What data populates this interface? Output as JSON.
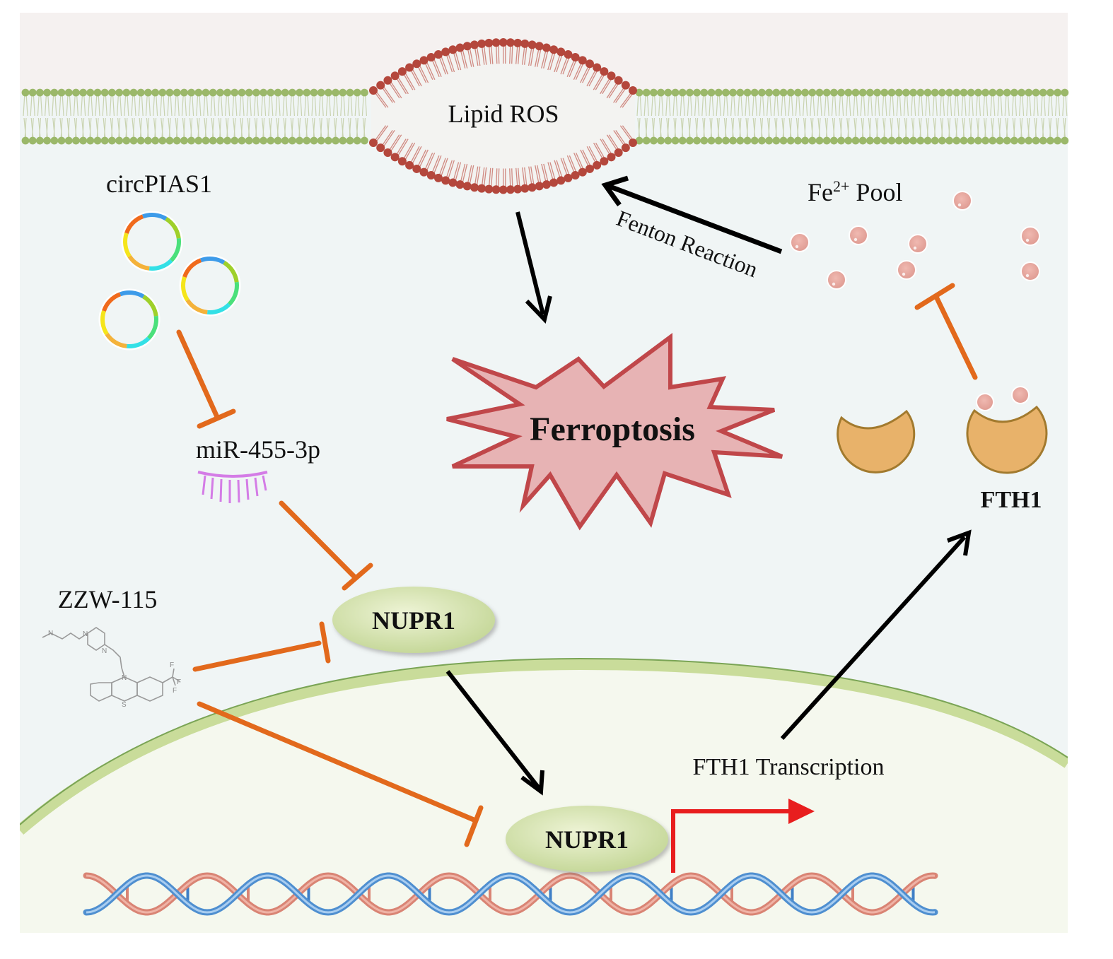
{
  "figure": {
    "title": "circPIAS1 / miR-455-3p / NUPR1 / FTH1 ferroptosis pathway",
    "labels": {
      "lipid_ros": "Lipid ROS",
      "circ": "circPIAS1",
      "mirna": "miR-455-3p",
      "drug": "ZZW-115",
      "ferroptosis": "Ferroptosis",
      "nupr1_cytoplasm": "NUPR1",
      "nupr1_nucleus": "NUPR1",
      "fe_pool_base": "Fe",
      "fe_pool_sup": "2+",
      "fe_pool_suffix": " Pool",
      "fenton": "Fenton Reaction",
      "fth1": "FTH1",
      "fth1_transcription": "FTH1 Transcription"
    },
    "edges": [
      {
        "from": "circPIAS1",
        "to": "miR-455-3p",
        "type": "inhibit"
      },
      {
        "from": "miR-455-3p",
        "to": "NUPR1",
        "type": "inhibit"
      },
      {
        "from": "ZZW-115",
        "to": "NUPR1 (cytoplasm)",
        "type": "inhibit"
      },
      {
        "from": "ZZW-115",
        "to": "NUPR1 (nucleus)",
        "type": "inhibit"
      },
      {
        "from": "NUPR1 (cytoplasm)",
        "to": "NUPR1 (nucleus)",
        "type": "activate"
      },
      {
        "from": "NUPR1 (nucleus)",
        "to": "FTH1 Transcription",
        "type": "transcription"
      },
      {
        "from": "FTH1 Transcription",
        "to": "FTH1",
        "type": "activate"
      },
      {
        "from": "FTH1",
        "to": "Fe2+ Pool",
        "type": "inhibit"
      },
      {
        "from": "Fe2+ Pool",
        "to": "Lipid ROS",
        "type": "activate",
        "label": "Fenton Reaction"
      },
      {
        "from": "Lipid ROS",
        "to": "Ferroptosis",
        "type": "activate"
      }
    ],
    "colors": {
      "inhibit": "#e2691c",
      "activate": "#000000",
      "transcription": "#e81e1e",
      "membrane_green": "#9bb86a",
      "membrane_red": "#b4473c",
      "starburst_fill": "#e7b3b4",
      "starburst_stroke": "#c0474a",
      "nupr1_fill": "#d7e4b0",
      "ferritin_fill": "#e8b26a",
      "iron": "#e8a8a0",
      "dna_red": "#d98474",
      "dna_blue": "#4f8fd0"
    }
  }
}
